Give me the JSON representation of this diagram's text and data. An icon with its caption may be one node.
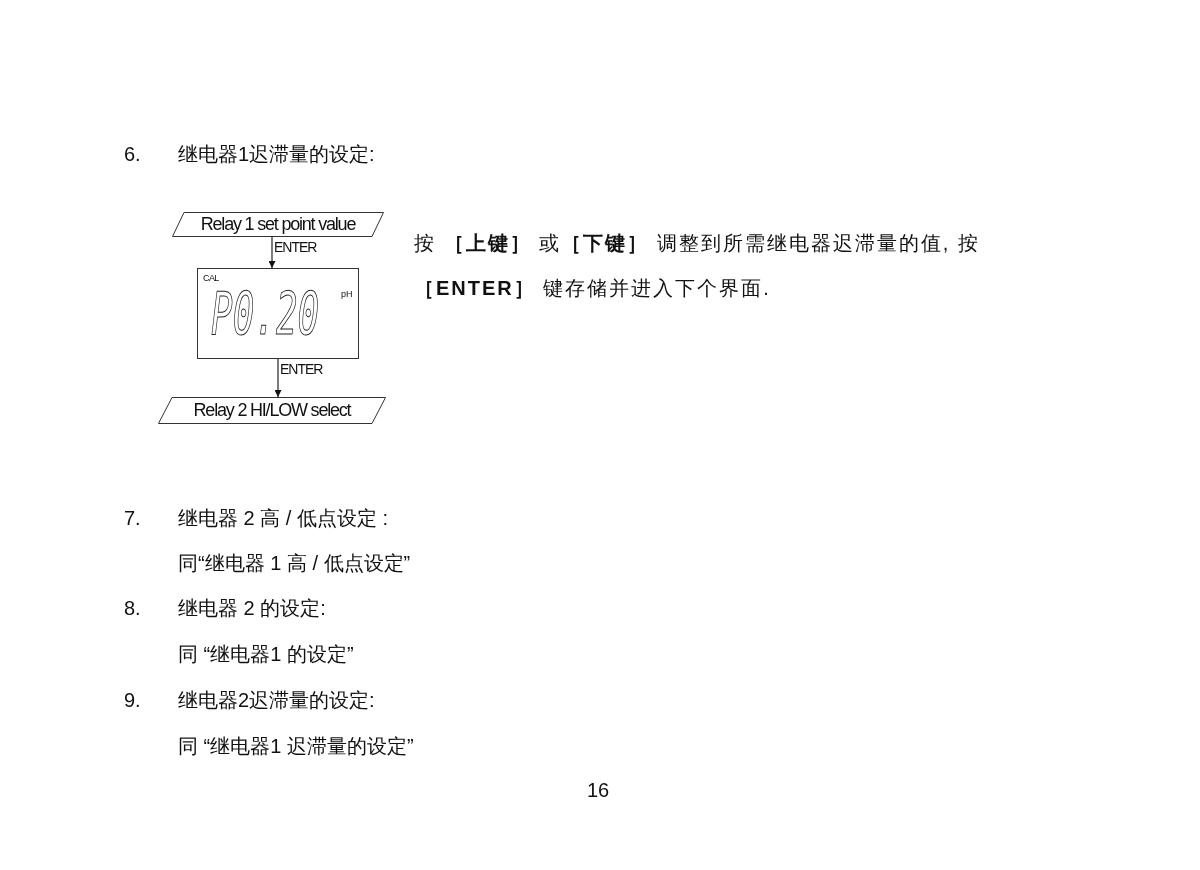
{
  "diagram": {
    "nodes": [
      {
        "text": [
          "Relay 1 set point value"
        ]
      },
      {
        "text": [
          "CAL",
          "P0.20",
          "pH"
        ]
      },
      {
        "text": [
          "Relay 2 HI/LOW select"
        ]
      }
    ],
    "edges": [
      {
        "from": 0,
        "to": 1,
        "arrow": "to",
        "label": "ENTER"
      },
      {
        "from": 1,
        "to": 2,
        "arrow": "to",
        "label": "ENTER"
      }
    ],
    "labels": [
      "6.",
      "继电器1迟滞量的设定:",
      "按 **［上键］** 或**［下键］** 调整到所需继电器迟滞量的值, 按**［ENTER］** 键存储并进入下个界面.",
      "7.",
      "继电器 2 高 / 低点设定 :",
      "同“继电器 1 高 / 低点设定”",
      "8.",
      "继电器 2 的设定:",
      "同 “继电器1 的设定”",
      "9.",
      "继电器2迟滞量的设定:",
      "同 “继电器1 迟滞量的设定”",
      "16"
    ]
  }
}
